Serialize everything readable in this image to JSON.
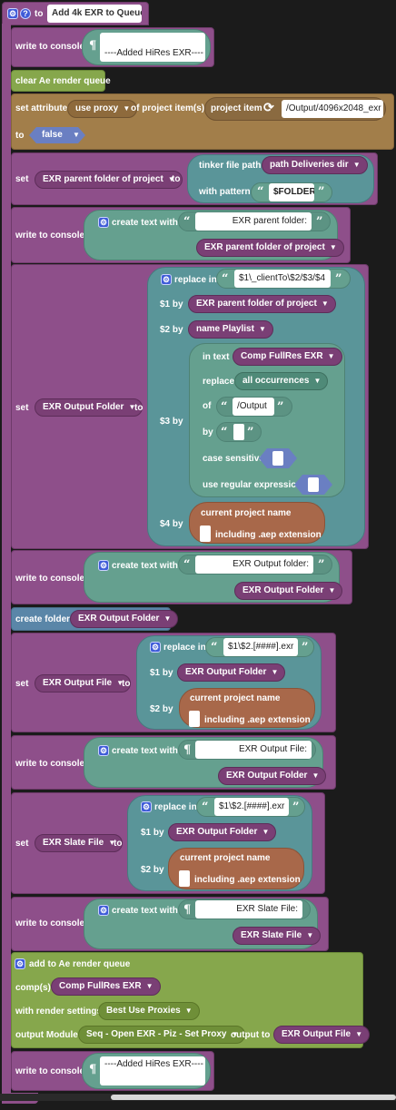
{
  "procedure": {
    "to": "to",
    "name": "Add 4k EXR to Queue",
    "icons": [
      "gear-icon",
      "help-icon"
    ]
  },
  "s1": {
    "label": "write to console",
    "text": "----Added HiRes EXR----"
  },
  "s2": {
    "label": "clear Ae render queue"
  },
  "s3": {
    "set_attr": "set attribute",
    "attr": "use proxy",
    "of": "of project item(s)",
    "proj_item": "project item",
    "path": "/Output/4096x2048_exr",
    "to": "to",
    "value": "false"
  },
  "s4": {
    "set": "set",
    "var": "EXR parent folder of project",
    "to": "to",
    "tinker": "tinker file path",
    "path_opt": "path Deliveries dir",
    "pattern": "with pattern",
    "pattern_text": "$FOLDER"
  },
  "s5": {
    "label": "write to console",
    "create": "create text with",
    "text": "EXR parent folder:",
    "var": "EXR parent folder of project"
  },
  "s6": {
    "set": "set",
    "var": "EXR Output Folder",
    "to": "to",
    "replace_in": "replace in",
    "pattern": "$1\\_clientTo\\$2/$3/$4",
    "b1": "$1 by",
    "b1v": "EXR parent folder of project",
    "b2": "$2 by",
    "b2v": "name Playlist",
    "b3": "$3 by",
    "in_text": "in text",
    "in_text_v": "Comp FullRes EXR",
    "replace": "replace",
    "replace_v": "all occurrences",
    "of": "of",
    "of_v": "/Output",
    "by": "by",
    "case": "case sensitive",
    "regex": "use regular expression",
    "b4": "$4 by",
    "cur": "current project name",
    "incl": "including .aep extension"
  },
  "s7": {
    "label": "write to console",
    "create": "create text with",
    "text": "EXR Output folder:",
    "var": "EXR Output Folder"
  },
  "s8": {
    "label": "create folder",
    "var": "EXR Output Folder"
  },
  "s9": {
    "set": "set",
    "var": "EXR Output File",
    "to": "to",
    "replace_in": "replace in",
    "pattern": "$1\\$2.[####].exr",
    "b1": "$1 by",
    "b1v": "EXR Output Folder",
    "b2": "$2 by",
    "cur": "current project name",
    "incl": "including .aep extension"
  },
  "s10": {
    "label": "write to console",
    "create": "create text with",
    "text": "EXR Output File:",
    "var": "EXR Output Folder"
  },
  "s11": {
    "set": "set",
    "var": "EXR Slate File",
    "to": "to",
    "replace_in": "replace in",
    "pattern": "$1\\$2.[####].exr",
    "b1": "$1 by",
    "b1v": "EXR Output Folder",
    "b2": "$2 by",
    "cur": "current project name",
    "incl": "including .aep extension"
  },
  "s12": {
    "label": "write to console",
    "create": "create text with",
    "text": "EXR Slate File:",
    "var": "EXR Slate File"
  },
  "s13": {
    "label": "add to Ae render queue",
    "comps": "comp(s)",
    "comps_v": "Comp FullRes EXR",
    "rs": "with render settings",
    "rs_v": "Best Use Proxies",
    "om": "output Module",
    "om_v": "Seq - Open EXR - Piz - Set Proxy",
    "out_to": "output to",
    "out_v": "EXR Output File"
  },
  "s14": {
    "label": "write to console",
    "text": "----Added HiRes EXR----"
  },
  "colors": {
    "procedure": "#8e4f8a",
    "variable": "#7a3f75",
    "text": "#65a08f",
    "render": "#86a74c",
    "logic": "#6a7fc2"
  }
}
